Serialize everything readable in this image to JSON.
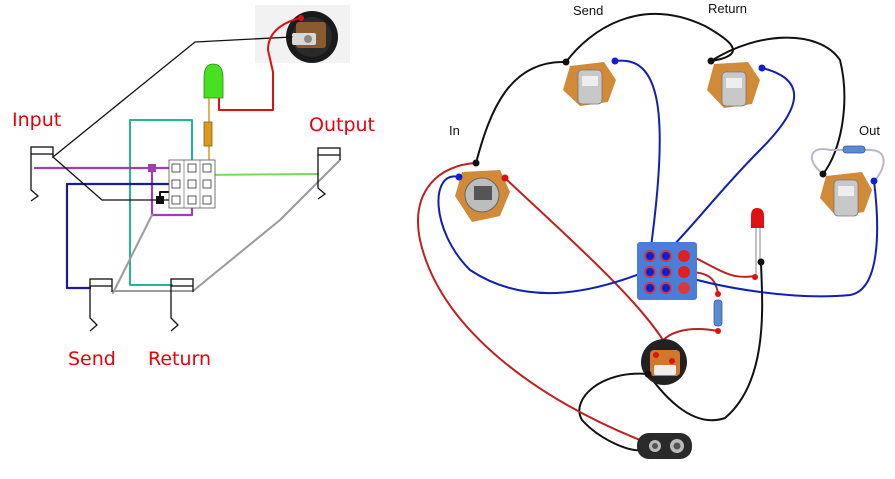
{
  "schematic": {
    "labels": {
      "input": "Input",
      "output": "Output",
      "send": "Send",
      "return": "Return"
    }
  },
  "wiring": {
    "labels": {
      "in": "In",
      "send": "Send",
      "return": "Return",
      "out": "Out"
    }
  },
  "colors": {
    "label_red": "#e8000b",
    "wire_black": "#111111",
    "wire_purple": "#a040b0",
    "wire_navy": "#1a1a9a",
    "wire_teal": "#20b890",
    "wire_green": "#7ad85a",
    "wire_gray": "#9a9a9a",
    "wire_red": "#e01010",
    "wire_orange": "#d89a20",
    "led_green": "#48e020",
    "wire_blue": "#1020b0",
    "wire_darkred": "#c02020",
    "jack_orange": "#d08a38",
    "switch_blue": "#4a7ed8"
  }
}
